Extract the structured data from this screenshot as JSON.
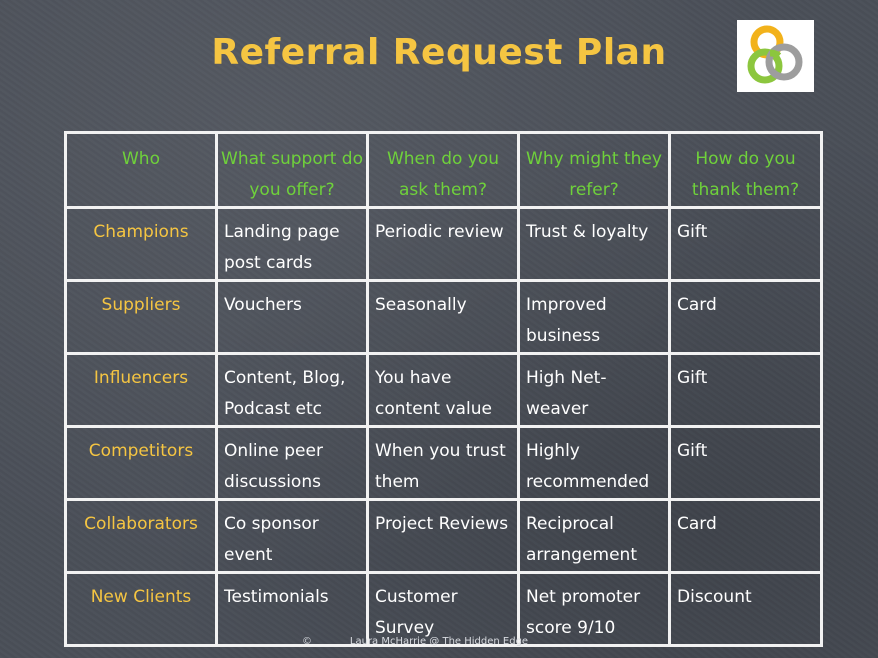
{
  "title": "Referral Request Plan",
  "logo": {
    "icon": "interlocking-rings-logo",
    "colors": [
      "#f2b21b",
      "#8cc63e",
      "#9d9d9d"
    ]
  },
  "table": {
    "headers": [
      "Who",
      "What support do you offer?",
      "When do you ask them?",
      "Why might they refer?",
      "How do you thank them?"
    ],
    "rows": [
      {
        "who": "Champions",
        "support": "Landing page post cards",
        "when": "Periodic review",
        "why": "Trust & loyalty",
        "thanks": "Gift"
      },
      {
        "who": "Suppliers",
        "support": "Vouchers",
        "when": "Seasonally",
        "why": "Improved business",
        "thanks": "Card"
      },
      {
        "who": "Influencers",
        "support": "Content, Blog, Podcast etc",
        "when": "You have content value",
        "why": "High Net-weaver",
        "thanks": "Gift"
      },
      {
        "who": "Competitors",
        "support": "Online peer discussions",
        "when": "When you trust them",
        "why": "Highly recommended",
        "thanks": "Gift"
      },
      {
        "who": "Collaborators",
        "support": "Co sponsor event",
        "when": "Project Reviews",
        "why": "Reciprocal arrangement",
        "thanks": "Card"
      },
      {
        "who": "New Clients",
        "support": "Testimonials",
        "when": "Customer Survey",
        "why": "Net promoter score 9/10",
        "thanks": "Discount"
      }
    ]
  },
  "footer": {
    "mark": "©",
    "text": "Laura McHarrie @ The Hidden Edge"
  },
  "colors": {
    "title": "#f5c542",
    "header_text": "#6fd13b",
    "who_text": "#f5c542",
    "cell_text": "#ffffff",
    "grid": "#f2f2f2",
    "background": "#4a4f58"
  }
}
